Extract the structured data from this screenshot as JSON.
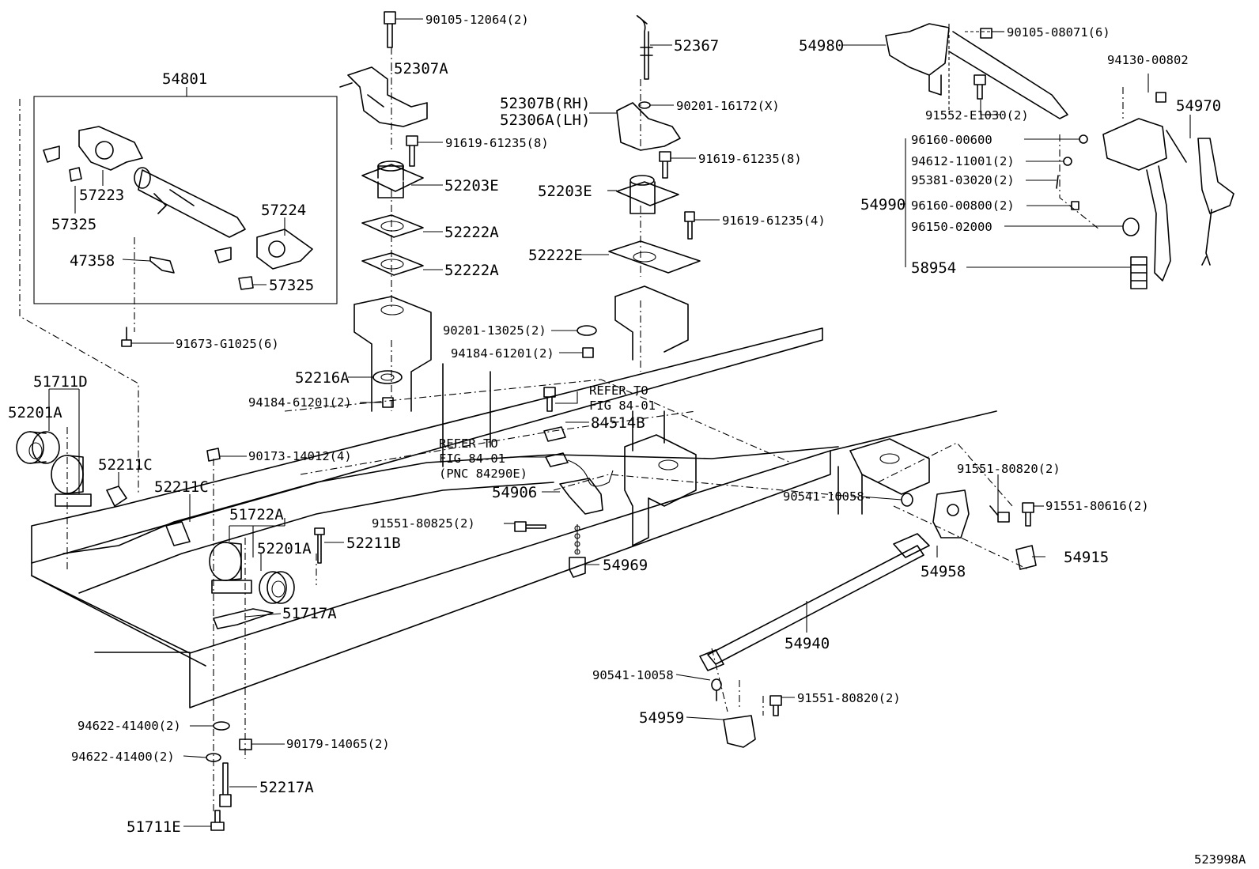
{
  "labels": {
    "l54801": "54801",
    "l57223": "57223",
    "l57325a": "57325",
    "l57224": "57224",
    "l47358": "47358",
    "l57325b": "57325",
    "l91673": "91673-G1025(6)",
    "l51711D": "51711D",
    "l52201Aa": "52201A",
    "l52211Ca": "52211C",
    "l52211Cb": "52211C",
    "l90173": "90173-14012(4)",
    "l51722A": "51722A",
    "l52201Ab": "52201A",
    "l52211B": "52211B",
    "l51717A": "51717A",
    "l94622a": "94622-41400(2)",
    "l94622b": "94622-41400(2)",
    "l90179": "90179-14065(2)",
    "l52217A": "52217A",
    "l51711E": "51711E",
    "l90105a": "90105-12064(2)",
    "l52307A": "52307A",
    "l91619a": "91619-61235(8)",
    "l52203Ea": "52203E",
    "l52222Aa": "52222A",
    "l52222Ab": "52222A",
    "l90201a": "90201-13025(2)",
    "l94184a": "94184-61201(2)",
    "l52216A": "52216A",
    "l94184b": "94184-61201(2)",
    "l52367": "52367",
    "l52307B": "52307B(RH)",
    "l52306A": "52306A(LH)",
    "l90201b": "90201-16172(X)",
    "l91619b": "91619-61235(8)",
    "l52203Eb": "52203E",
    "l91619c": "91619-61235(4)",
    "l52222E": "52222E",
    "l54980": "54980",
    "l90105b": "90105-08071(6)",
    "l94130": "94130-00802",
    "l91552": "91552-E1030(2)",
    "l54970": "54970",
    "l96160a": "96160-00600",
    "l94612": "94612-11001(2)",
    "l95381": "95381-03020(2)",
    "l54990": "54990",
    "l96160b": "96160-00800(2)",
    "l96150": "96150-02000",
    "l58954": "58954",
    "l84514B": "84514B",
    "l54906": "54906",
    "l91551a": "91551-80825(2)",
    "l54969": "54969",
    "l90541a": "90541-10058",
    "l91551b": "91551-80820(2)",
    "l91551c": "91551-80616(2)",
    "l54915": "54915",
    "l54958": "54958",
    "l54940": "54940",
    "l90541b": "90541-10058",
    "l91551d": "91551-80820(2)",
    "l54959": "54959",
    "code": "523998A"
  },
  "refer_a": [
    "REFER TO",
    "FIG 84-01"
  ],
  "refer_b": [
    "REFER TO",
    "FIG 84-01",
    "(PNC 84290E)"
  ]
}
